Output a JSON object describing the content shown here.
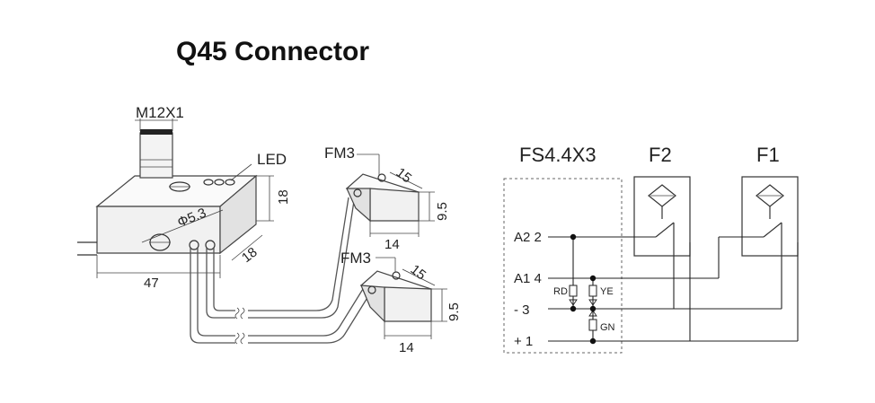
{
  "title": "Q45 Connector",
  "labels": {
    "m12": "M12X1",
    "led": "LED",
    "phi": "Φ5.3",
    "d18_v": "18",
    "d18_d": "18",
    "d47": "47",
    "fm3_a": "FM3",
    "fm3_b": "FM3",
    "d15_a": "15",
    "d95_a": "9.5",
    "d14_a": "14",
    "d15_b": "15",
    "d95_b": "9.5",
    "d14_b": "14"
  },
  "schematic": {
    "fs": "FS4.4X3",
    "f2": "F2",
    "f1": "F1",
    "pins": [
      "A2 2",
      "A1 4",
      "-   3",
      "+   1"
    ],
    "rd": "RD",
    "ye": "YE",
    "gn": "GN"
  }
}
